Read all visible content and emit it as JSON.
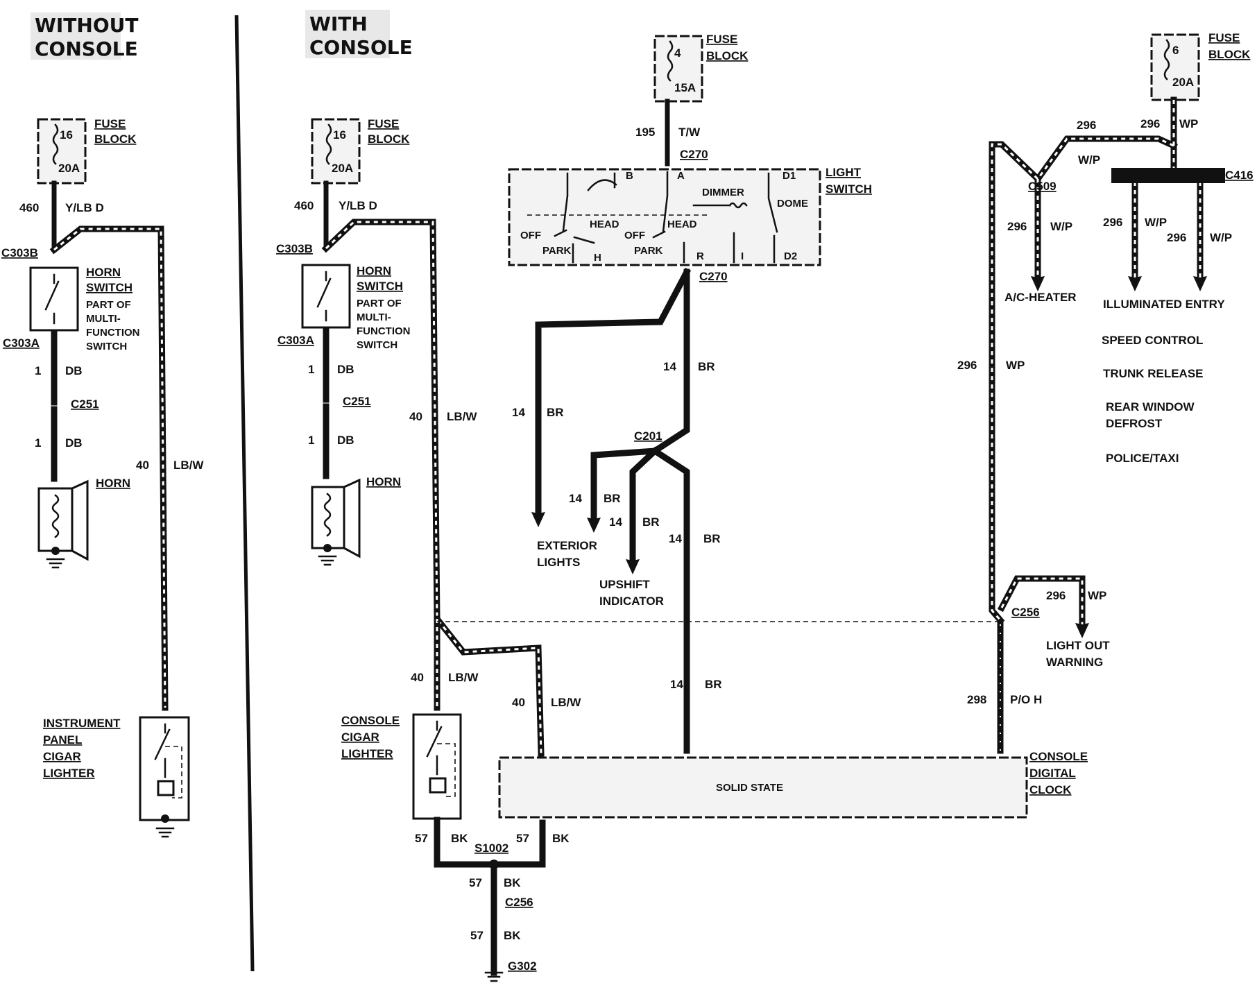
{
  "headings": {
    "without_console": [
      "WITHOUT",
      "CONSOLE"
    ],
    "with_console": [
      "WITH",
      "CONSOLE"
    ]
  },
  "left": {
    "fuse": {
      "num": "16",
      "amp": "20A",
      "label1": "FUSE",
      "label2": "BLOCK"
    },
    "wire460": {
      "circuit": "460",
      "color": "Y/LB D"
    },
    "c303b": "C303B",
    "horn_switch": [
      "HORN",
      "SWITCH",
      "PART OF",
      "MULTI-",
      "FUNCTION",
      "SWITCH"
    ],
    "c303a": "C303A",
    "wire1a": {
      "circuit": "1",
      "color": "DB"
    },
    "c251": "C251",
    "wire1b": {
      "circuit": "1",
      "color": "DB"
    },
    "horn": "HORN",
    "wire40": {
      "circuit": "40",
      "color": "LB/W"
    },
    "cigar": [
      "INSTRUMENT",
      "PANEL",
      "CIGAR",
      "LIGHTER"
    ]
  },
  "mid": {
    "fuse": {
      "num": "16",
      "amp": "20A",
      "label1": "FUSE",
      "label2": "BLOCK"
    },
    "wire460": {
      "circuit": "460",
      "color": "Y/LB D"
    },
    "c303b": "C303B",
    "horn_switch": [
      "HORN",
      "SWITCH",
      "PART OF",
      "MULTI-",
      "FUNCTION",
      "SWITCH"
    ],
    "c303a": "C303A",
    "wire1a": {
      "circuit": "1",
      "color": "DB"
    },
    "c251": "C251",
    "wire1b": {
      "circuit": "1",
      "color": "DB"
    },
    "horn": "HORN",
    "wire40a": {
      "circuit": "40",
      "color": "LB/W"
    },
    "wire40b": {
      "circuit": "40",
      "color": "LB/W"
    },
    "wire40c": {
      "circuit": "40",
      "color": "LB/W"
    },
    "console_cigar": [
      "CONSOLE",
      "CIGAR",
      "LIGHTER"
    ],
    "wire57a": {
      "circuit": "57",
      "color": "BK"
    },
    "wire57b": {
      "circuit": "57",
      "color": "BK"
    },
    "s1002": "S1002",
    "wire57c": {
      "circuit": "57",
      "color": "BK"
    },
    "c256": "C256",
    "wire57d": {
      "circuit": "57",
      "color": "BK"
    },
    "g302": "G302"
  },
  "light": {
    "fuse": {
      "num": "4",
      "amp": "15A",
      "label1": "FUSE",
      "label2": "BLOCK"
    },
    "wire195": {
      "circuit": "195",
      "color": "T/W"
    },
    "c270_top": "C270",
    "switch_label": [
      "LIGHT",
      "SWITCH"
    ],
    "terminals": {
      "b": "B",
      "a": "A",
      "d1": "D1",
      "d2": "D2",
      "r": "R",
      "i": "I",
      "h": "H"
    },
    "inner": {
      "dimmer": "DIMMER",
      "dome": "DOME",
      "head1": "HEAD",
      "off1": "OFF",
      "park1": "PARK",
      "head2": "HEAD",
      "off2": "OFF",
      "park2": "PARK"
    },
    "c270_bot": "C270",
    "wire14_ext": {
      "circuit": "14",
      "color": "BR"
    },
    "wire14_main": {
      "circuit": "14",
      "color": "BR"
    },
    "c201": "C201",
    "wire14_a": {
      "circuit": "14",
      "color": "BR"
    },
    "wire14_b": {
      "circuit": "14",
      "color": "BR"
    },
    "wire14_c": {
      "circuit": "14",
      "color": "BR"
    },
    "wire14_d": {
      "circuit": "14",
      "color": "BR"
    },
    "exterior": [
      "EXTERIOR",
      "LIGHTS"
    ],
    "upshift": [
      "UPSHIFT",
      "INDICATOR"
    ]
  },
  "right": {
    "fuse": {
      "num": "6",
      "amp": "20A",
      "label1": "FUSE",
      "label2": "BLOCK"
    },
    "wire296_top1": "296",
    "wire296_top2": "296",
    "wp_top": "WP",
    "wp_mid": "W/P",
    "c416": "C416",
    "c509": "C509",
    "wire296_ac": {
      "circuit": "296",
      "color": "W/P"
    },
    "wire296_il1": {
      "circuit": "296",
      "color": "W/P"
    },
    "wire296_il2": {
      "circuit": "296",
      "color": "W/P"
    },
    "ac_heater": "A/C-HEATER",
    "options": [
      "ILLUMINATED ENTRY",
      "SPEED CONTROL",
      "TRUNK RELEASE",
      "REAR WINDOW",
      "DEFROST",
      "POLICE/TAXI"
    ],
    "wire296_long": {
      "circuit": "296",
      "color": "WP"
    },
    "wire296_lo": {
      "circuit": "296",
      "color": "WP"
    },
    "c256": "C256",
    "light_out": [
      "LIGHT OUT",
      "WARNING"
    ],
    "wire298": {
      "circuit": "298",
      "color": "P/O H"
    }
  },
  "clock": {
    "center": "SOLID STATE",
    "label": [
      "CONSOLE",
      "DIGITAL",
      "CLOCK"
    ]
  }
}
